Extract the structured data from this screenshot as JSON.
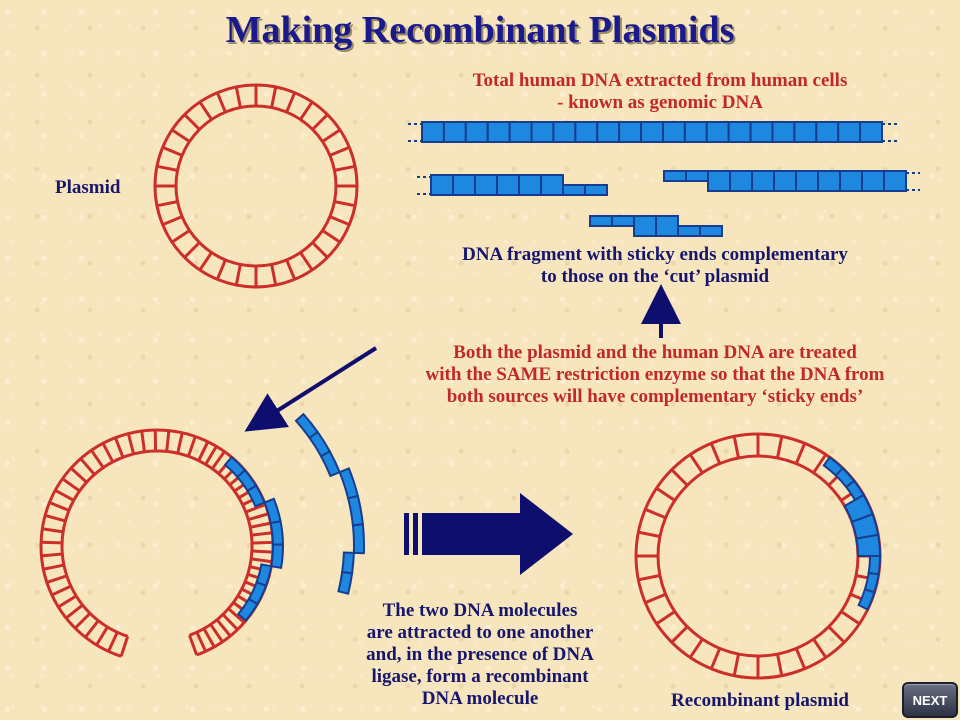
{
  "title": "Making Recombinant Plasmids",
  "labels": {
    "plasmid": "Plasmid",
    "genomic_line1": "Total human DNA extracted from human cells",
    "genomic_line2": "- known as genomic DNA",
    "fragment_line1": "DNA fragment with sticky ends complementary",
    "fragment_line2": "to those on the ‘cut’ plasmid",
    "treated_line1": "Both the plasmid and the human DNA are treated",
    "treated_line2": "with the SAME restriction enzyme so that the DNA from",
    "treated_line3": "both sources will have complementary ‘sticky ends’",
    "attract_line1": "The two DNA molecules",
    "attract_line2": "are attracted to one another",
    "attract_line3": "and, in the presence of DNA",
    "attract_line4": "ligase, form a recombinant",
    "attract_line5": "DNA molecule",
    "recombinant": "Recombinant plasmid"
  },
  "buttons": {
    "next": "NEXT"
  },
  "colors": {
    "plasmid_red": "#cc2f2a",
    "dna_blue": "#1e87e0",
    "dna_outline": "#173d8f",
    "arrow_navy": "#0e0e6e",
    "text_navy": "#16166e",
    "text_red": "#c0282a"
  }
}
